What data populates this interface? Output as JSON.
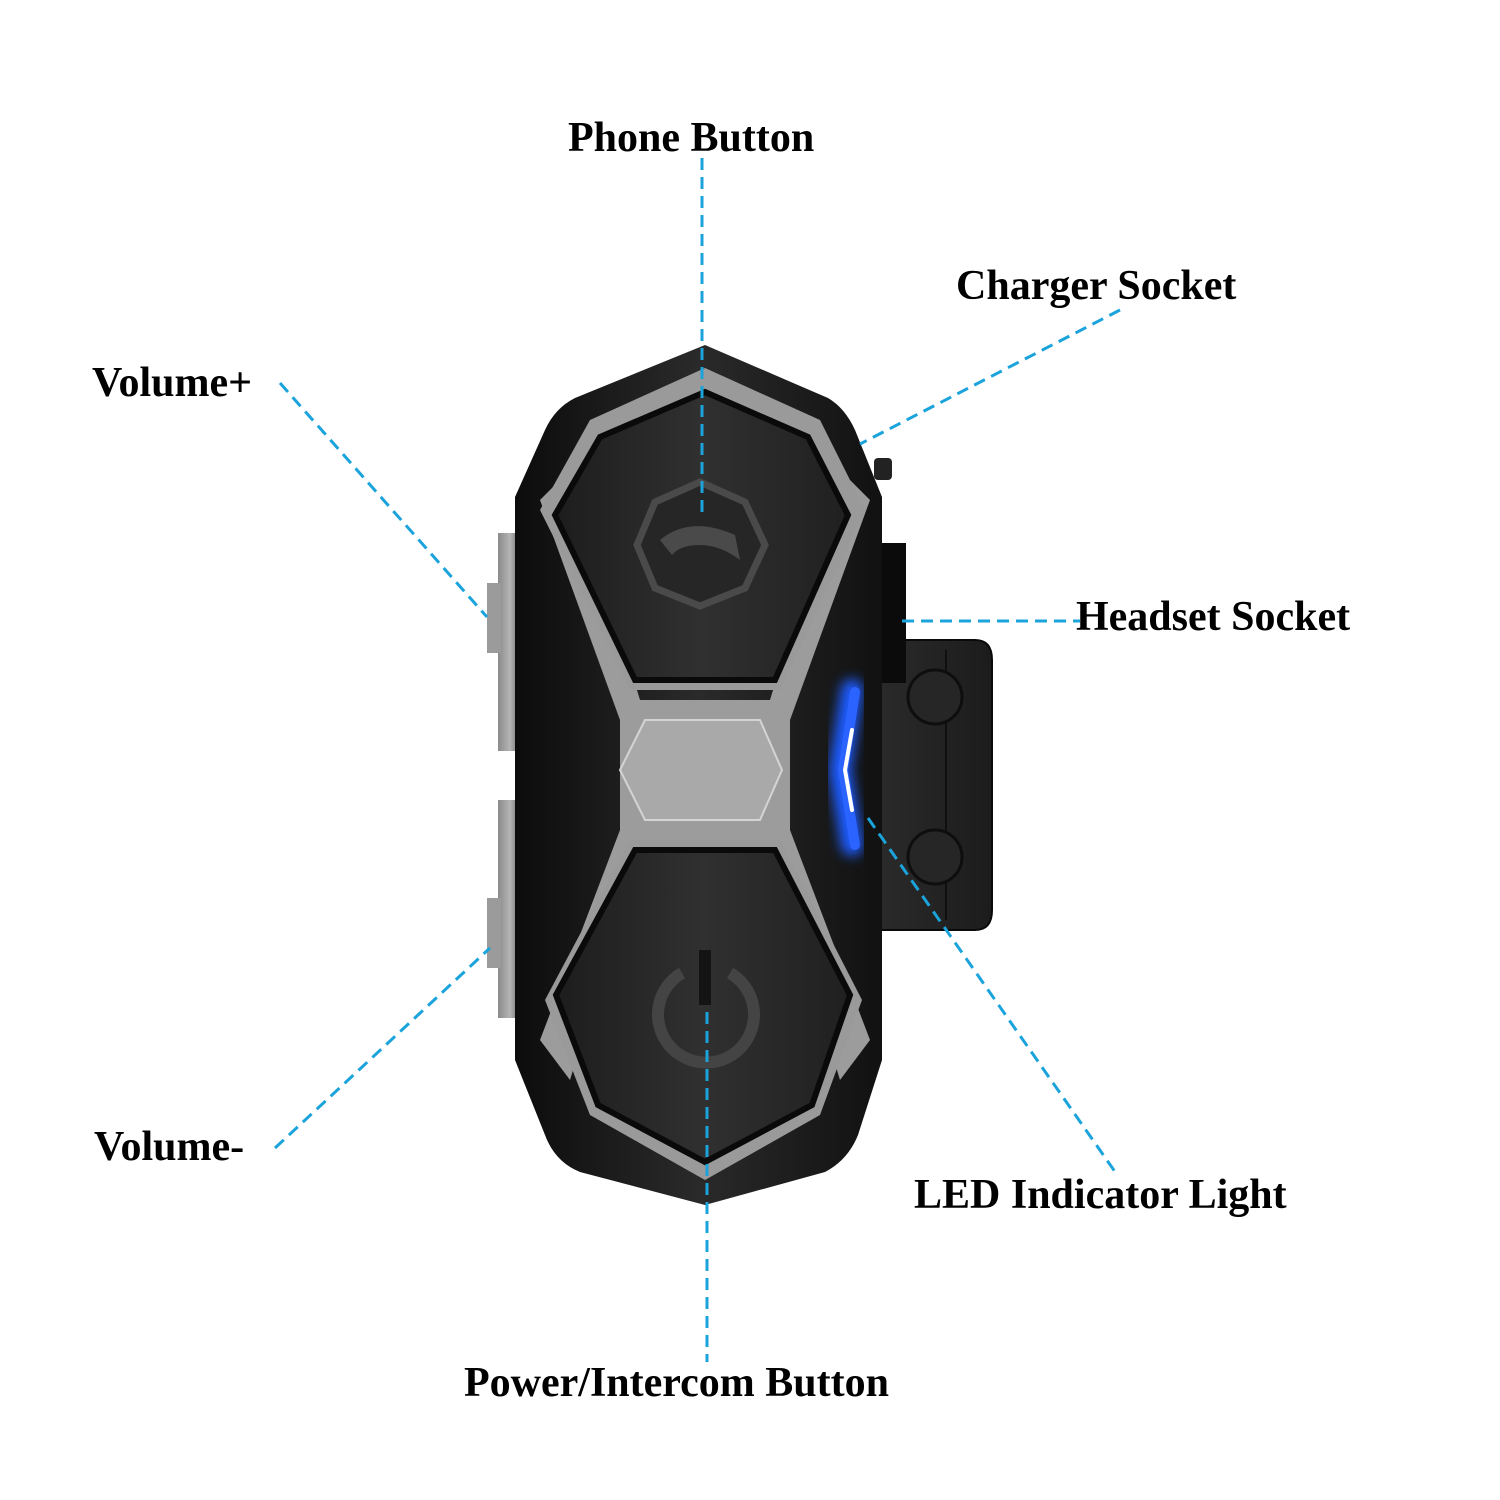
{
  "diagram": {
    "type": "product-callout-diagram",
    "subject": "Motorcycle helmet Bluetooth intercom headset",
    "callout_color": "#1ba3dc",
    "led_color": "#1f5bff",
    "labels": {
      "phone_button": "Phone Button",
      "charger_socket": "Charger Socket",
      "volume_up": "Volume+",
      "headset_socket": "Headset Socket",
      "volume_down": "Volume-",
      "led_indicator": "LED Indicator Light",
      "power_intercom_button": "Power/Intercom Button"
    },
    "icons": {
      "top_button": "phone-handset-icon",
      "bottom_button": "power-icon"
    }
  }
}
